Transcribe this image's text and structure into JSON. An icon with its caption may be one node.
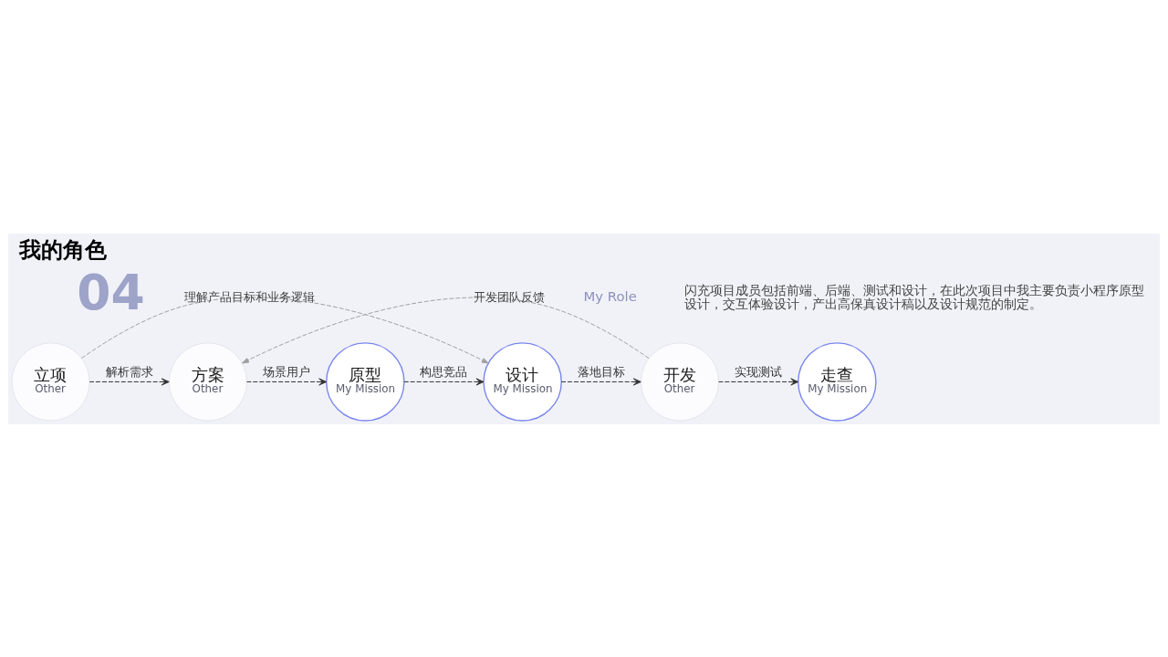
{
  "diagram": {
    "title": "我的角色",
    "nodes": [
      {
        "text": [
          "立项",
          "Other"
        ]
      },
      {
        "text": [
          "方案",
          "Other"
        ]
      },
      {
        "text": [
          "原型",
          "My Mission"
        ]
      },
      {
        "text": [
          "设计",
          "My Mission"
        ]
      },
      {
        "text": [
          "开发",
          "Other"
        ]
      },
      {
        "text": [
          "走查",
          "My Mission"
        ]
      }
    ],
    "edges": [
      {
        "from": 0,
        "to": 1,
        "arrow": "to",
        "label": "解析需求",
        "style": "dashed"
      },
      {
        "from": 1,
        "to": 2,
        "arrow": "to",
        "label": "场景用户",
        "style": "dashed"
      },
      {
        "from": 2,
        "to": 3,
        "arrow": "to",
        "label": "构思竞品",
        "style": "dashed"
      },
      {
        "from": 3,
        "to": 4,
        "arrow": "to",
        "label": "落地目标",
        "style": "dashed"
      },
      {
        "from": 4,
        "to": 5,
        "arrow": "to",
        "label": "实现测试",
        "style": "dashed"
      },
      {
        "from": 4,
        "to": 1,
        "arrow": "to",
        "label": "开发团队反馈",
        "style": "dashed",
        "color": "#a0a0a0"
      },
      {
        "from": 0,
        "to": 3,
        "arrow": "to",
        "label": "理解产品目标和业务逻辑",
        "style": "dashed",
        "color": "#a0a0a0"
      }
    ],
    "labels": [
      "04",
      "My Role",
      "闪充项目成员包括前端、后端、测试和设计，在此次项目中我主要负责小程序原型设计，交互体验设计，产出高保真设计稿以及设计规范的制定。"
    ]
  }
}
